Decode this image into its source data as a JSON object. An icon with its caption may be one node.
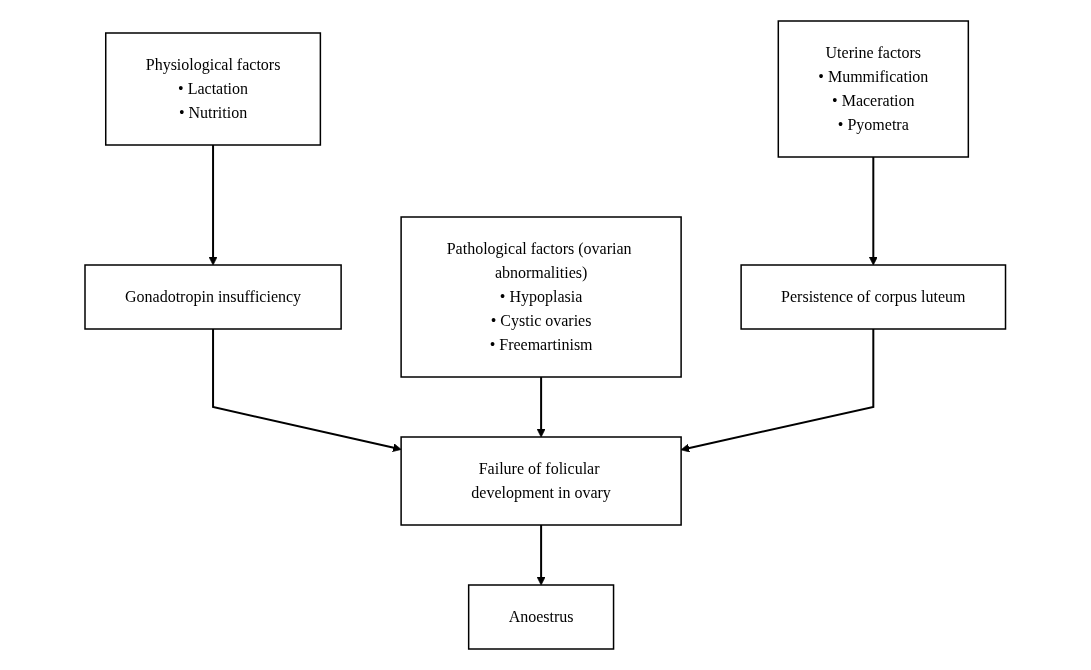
{
  "diagram": {
    "nodes": [
      {
        "text": [
          "Physiological factors",
          "• Lactation",
          "• Nutrition"
        ]
      },
      {
        "text": [
          "Pathological factors (ovarian abnormalities)",
          "• Hypoplasia",
          "• Cystic ovaries",
          "• Freemartinism"
        ]
      },
      {
        "text": [
          "Uterine factors",
          "• Mummification",
          "• Maceration",
          "• Pyometra"
        ]
      },
      {
        "text": [
          "Gonadotropin insufficiency"
        ]
      },
      {
        "text": [
          "Persistence of corpus luteum"
        ]
      },
      {
        "text": [
          "Failure of folicular development in ovary"
        ]
      },
      {
        "text": [
          "Anoestrus"
        ]
      }
    ],
    "edges": [
      {
        "from": 0,
        "to": 3,
        "arrow": "to"
      },
      {
        "from": 2,
        "to": 4,
        "arrow": "to"
      },
      {
        "from": 3,
        "to": 5,
        "arrow": "to"
      },
      {
        "from": 1,
        "to": 5,
        "arrow": "to"
      },
      {
        "from": 4,
        "to": 5,
        "arrow": "to"
      },
      {
        "from": 5,
        "to": 6,
        "arrow": "to"
      }
    ]
  }
}
